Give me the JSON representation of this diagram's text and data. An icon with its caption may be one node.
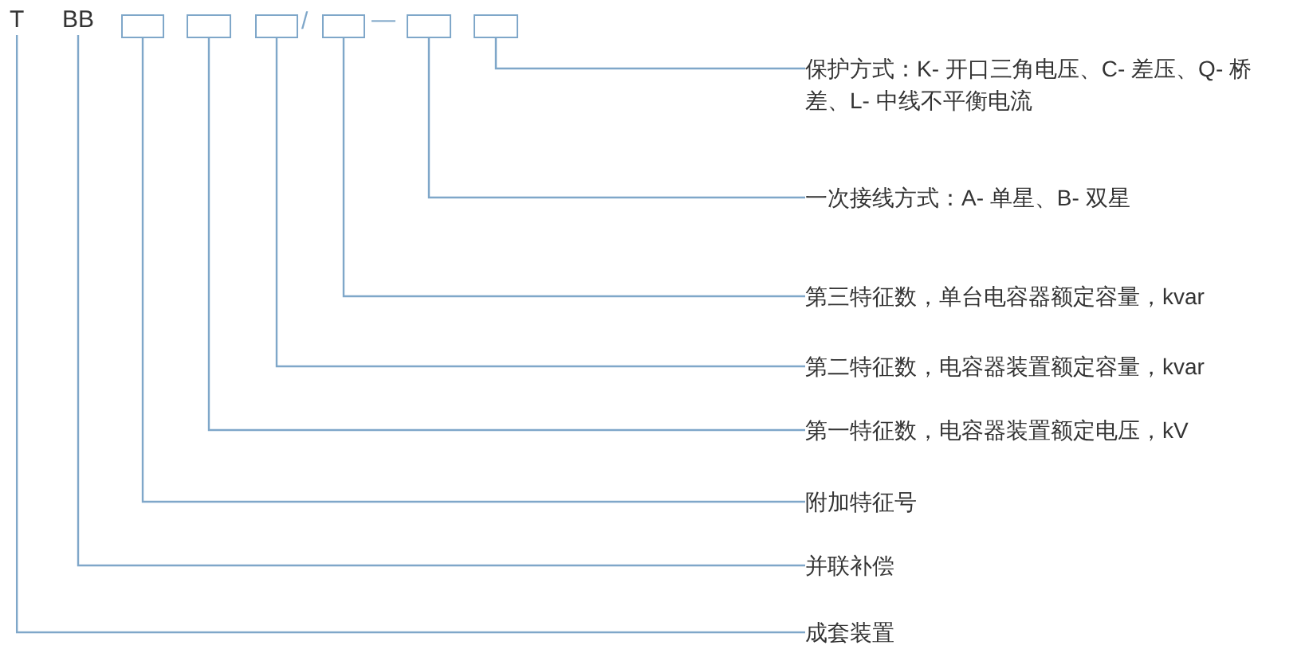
{
  "diagram": {
    "nodes": [
      {
        "text": [
          "T"
        ]
      },
      {
        "text": [
          "BB"
        ]
      },
      {
        "text": [],
        "shape": "box"
      },
      {
        "text": [],
        "shape": "box"
      },
      {
        "text": [],
        "shape": "box"
      },
      {
        "text": [],
        "shape": "box"
      },
      {
        "text": [],
        "shape": "box"
      },
      {
        "text": [],
        "shape": "box"
      },
      {
        "text": [
          "保护方式：K- 开口三角电压、C- 差压、Q- 桥差、L- 中线不平衡电流"
        ]
      },
      {
        "text": [
          "一次接线方式：A- 单星、B- 双星"
        ]
      },
      {
        "text": [
          "第三特征数，单台电容器额定容量，kvar"
        ]
      },
      {
        "text": [
          "第二特征数，电容器装置额定容量，kvar"
        ]
      },
      {
        "text": [
          "第一特征数，电容器装置额定电压，kV"
        ]
      },
      {
        "text": [
          "附加特征号"
        ]
      },
      {
        "text": [
          "并联补偿"
        ]
      },
      {
        "text": [
          "成套装置"
        ]
      }
    ],
    "edges": [
      {
        "from": 7,
        "to": 8,
        "arrow": "none"
      },
      {
        "from": 6,
        "to": 9,
        "arrow": "none"
      },
      {
        "from": 5,
        "to": 10,
        "arrow": "none"
      },
      {
        "from": 4,
        "to": 11,
        "arrow": "none"
      },
      {
        "from": 3,
        "to": 12,
        "arrow": "none"
      },
      {
        "from": 2,
        "to": 13,
        "arrow": "none"
      },
      {
        "from": 1,
        "to": 14,
        "arrow": "none"
      },
      {
        "from": 0,
        "to": 15,
        "arrow": "none"
      }
    ],
    "labels": [
      "/",
      "—"
    ]
  }
}
